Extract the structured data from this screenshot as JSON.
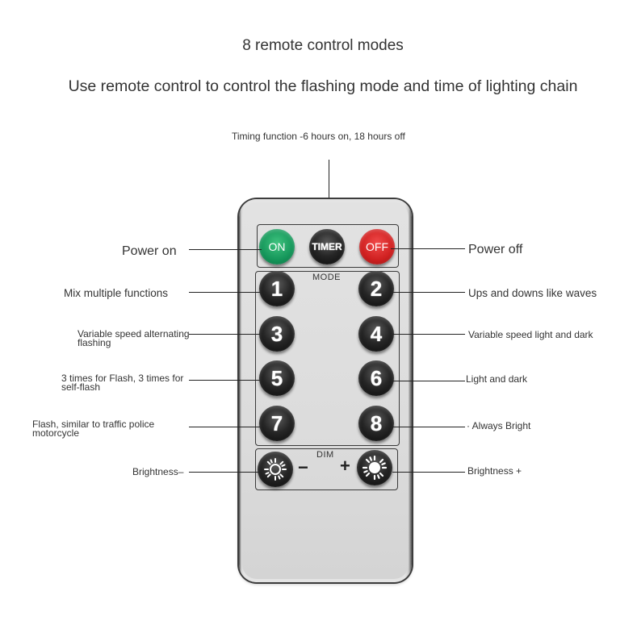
{
  "header": {
    "title": "8 remote control modes",
    "subtitle": "Use remote control to control the flashing mode and time of lighting chain"
  },
  "timing_label": "Timing function -6 hours on, 18 hours off",
  "remote": {
    "on_label": "ON",
    "timer_label": "TIMER",
    "off_label": "OFF",
    "mode_label": "MODE",
    "dim_label": "DIM",
    "minus_sign": "−",
    "plus_sign": "+",
    "modes": [
      "1",
      "2",
      "3",
      "4",
      "5",
      "6",
      "7",
      "8"
    ],
    "colors": {
      "on": "#15965a",
      "off": "#cf2020",
      "button": "#111111",
      "body": "#e0e0e0"
    }
  },
  "callouts": {
    "power_on": "Power on",
    "power_off": "Power off",
    "mode1": "Mix multiple functions",
    "mode2": "Ups and downs like waves",
    "mode3_line1": "Variable speed alternating",
    "mode3_line2": "flashing",
    "mode4": "Variable speed light and dark",
    "mode5_line1": "3 times for Flash, 3 times for",
    "mode5_line2": "self-flash",
    "mode6": "Light and dark",
    "mode7_line1": "Flash, similar to traffic police",
    "mode7_line2": "motorcycle",
    "mode8": "· Always Bright",
    "brightness_minus": "Brightness–",
    "brightness_plus": "Brightness +"
  }
}
